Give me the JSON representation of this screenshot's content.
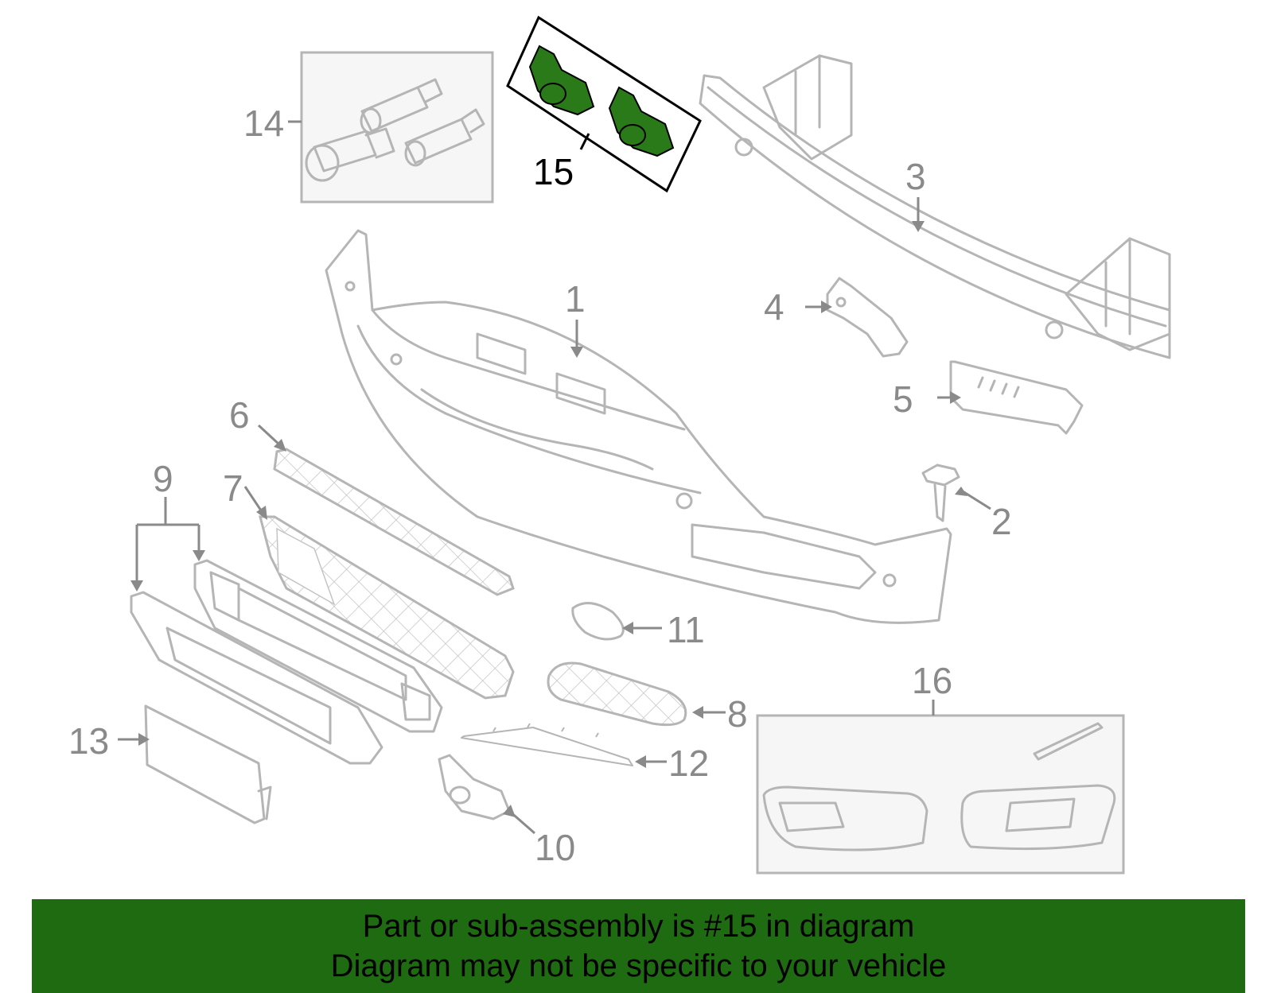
{
  "callouts": {
    "c1": "1",
    "c2": "2",
    "c3": "3",
    "c4": "4",
    "c5": "5",
    "c6": "6",
    "c7": "7",
    "c8": "8",
    "c9": "9",
    "c10": "10",
    "c11": "11",
    "c12": "12",
    "c13": "13",
    "c14": "14",
    "c15": "15",
    "c16": "16"
  },
  "highlight": {
    "part": "15",
    "color": "#2a7a1a"
  },
  "colors": {
    "banner": "#1f6b12",
    "line_art": "#b5b5b5",
    "callout": "#8a8a8a"
  },
  "banner": {
    "line1": "Part or sub-assembly is #15 in diagram",
    "line2": "Diagram may not be specific to your vehicle"
  }
}
